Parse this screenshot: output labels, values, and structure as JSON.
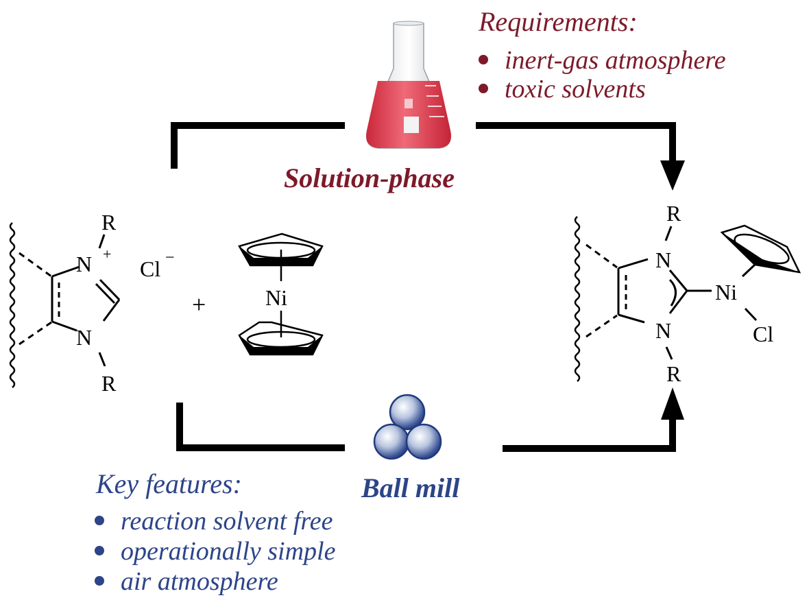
{
  "requirements": {
    "title": "Requirements:",
    "items": [
      "inert-gas atmosphere",
      "toxic solvents"
    ],
    "color": "#7d1a2a"
  },
  "solution_phase": {
    "label": "Solution-phase",
    "icon": "erlenmeyer-flask-icon",
    "liquid_color": "#e0404f"
  },
  "ball_mill": {
    "label": "Ball mill",
    "icon": "ball-mill-icon",
    "color": "#2c4488"
  },
  "key_features": {
    "title": "Key features:",
    "items": [
      "reaction solvent free",
      "operationally simple",
      "air atmosphere"
    ],
    "color": "#2c4488"
  },
  "reactants": {
    "imidazolium": {
      "n_top": "N",
      "charge_plus": "+",
      "n_bottom": "N",
      "r_top": "R",
      "r_bottom": "R",
      "counterion": "Cl",
      "counterion_charge": "−"
    },
    "plus": "+",
    "nickelocene": {
      "metal": "Ni"
    }
  },
  "product": {
    "n_top": "N",
    "n_bottom": "N",
    "r_top": "R",
    "r_bottom": "R",
    "metal": "Ni",
    "ligand": "Cl"
  }
}
